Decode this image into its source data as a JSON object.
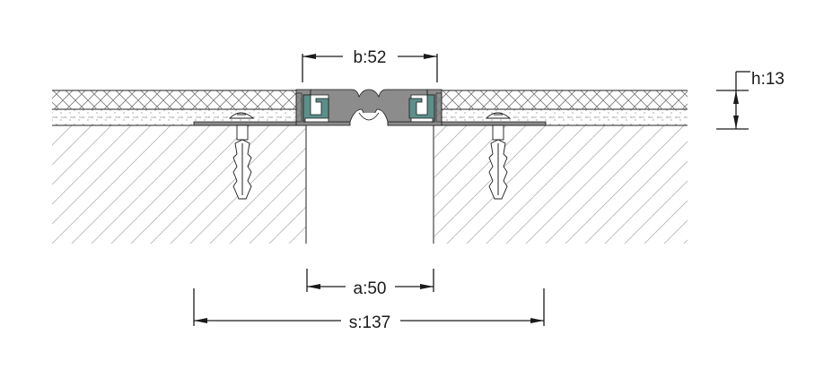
{
  "dimensions": {
    "b": "b:52",
    "h": "h:13",
    "a": "a:50",
    "s": "s:137"
  },
  "colors": {
    "profile_grey": "#8c8c8c",
    "insert_teal": "#5c8f8a",
    "line": "#1a1a1a",
    "hatch": "#9a9a9a"
  }
}
